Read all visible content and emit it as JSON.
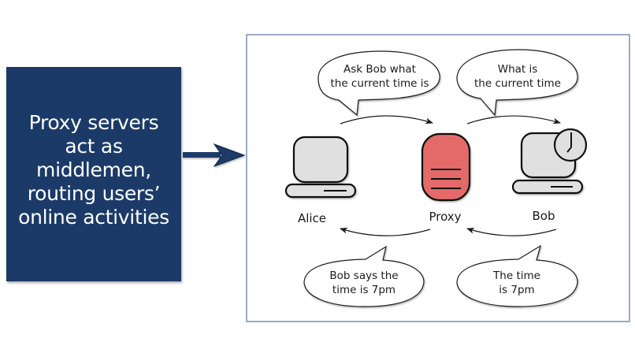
{
  "callout": {
    "text": "Proxy servers\nact as\nmiddlemen,\nrouting users’\nonline activities",
    "background": "#1b3a68",
    "text_color": "#ffffff"
  },
  "diagram": {
    "nodes": {
      "alice": "Alice",
      "proxy": "Proxy",
      "bob": "Bob"
    },
    "bubbles": {
      "alice_to_proxy": [
        "Ask Bob what",
        "the current time is"
      ],
      "proxy_to_bob": [
        "What is",
        "the current time"
      ],
      "proxy_to_alice": [
        "Bob says the",
        "time is 7pm"
      ],
      "bob_to_proxy": [
        "The time",
        "is 7pm"
      ]
    },
    "colors": {
      "proxy_fill": "#e46b6b",
      "computer_fill": "#e0e0e0",
      "frame_border": "#7a8db0",
      "arrow": "#1b3a68"
    }
  }
}
